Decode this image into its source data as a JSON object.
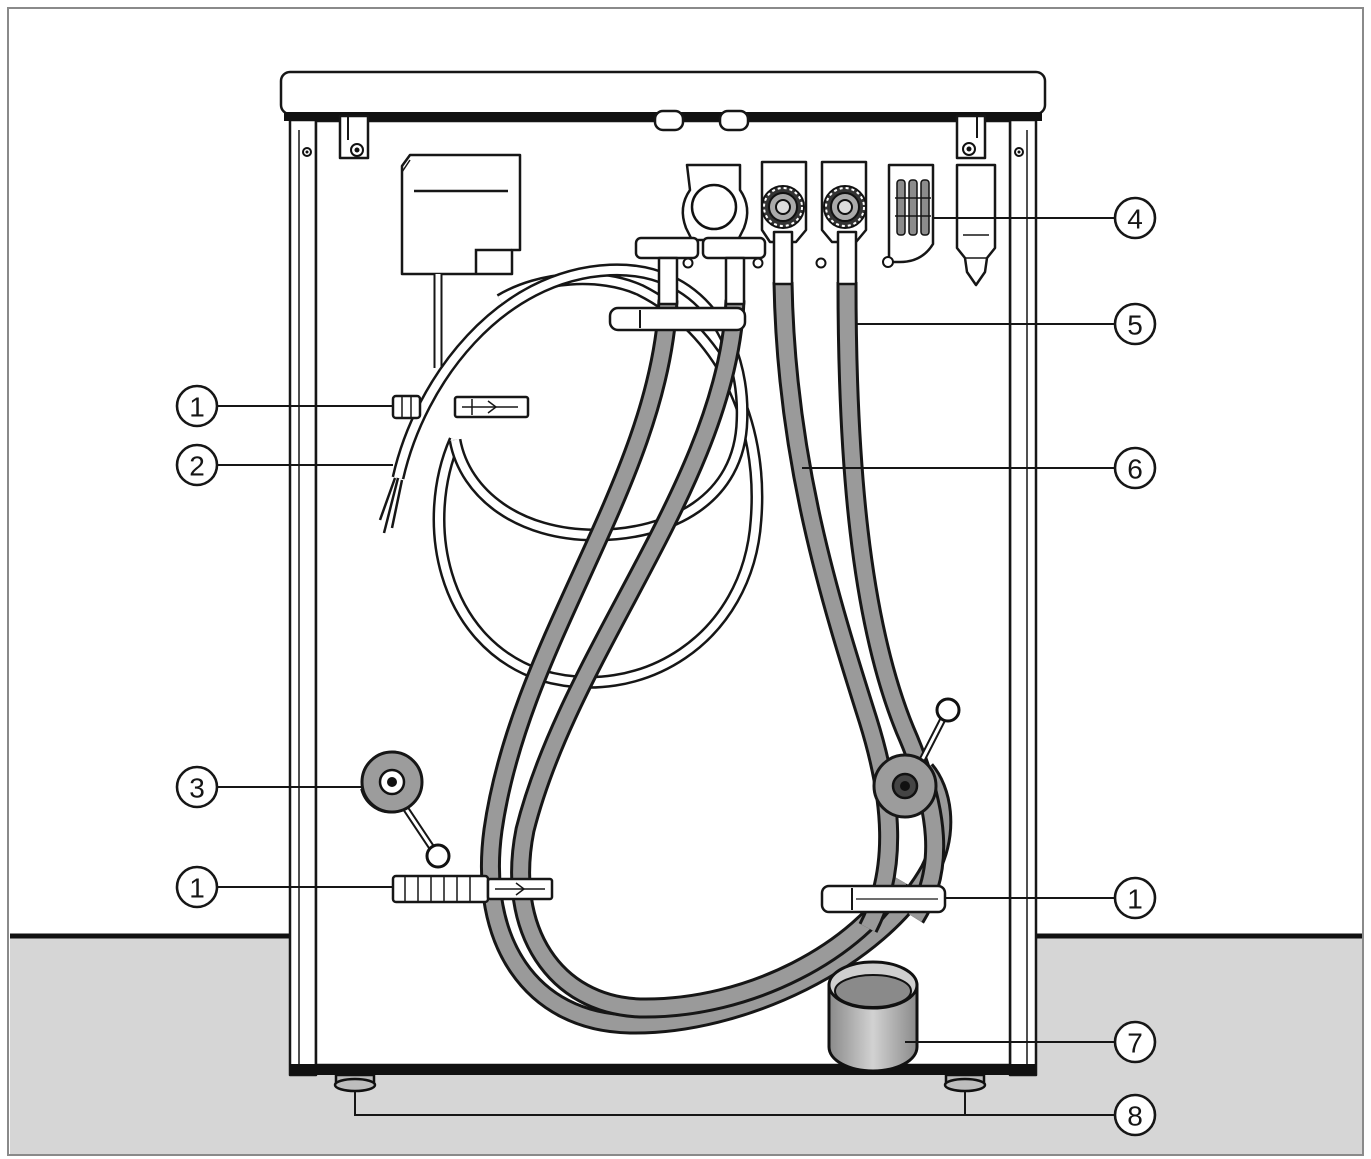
{
  "callouts": {
    "left": [
      {
        "label": "1"
      },
      {
        "label": "2"
      },
      {
        "label": "3"
      },
      {
        "label": "1"
      }
    ],
    "right": [
      {
        "label": "4"
      },
      {
        "label": "5"
      },
      {
        "label": "6"
      },
      {
        "label": "1"
      },
      {
        "label": "7"
      },
      {
        "label": "8"
      }
    ]
  },
  "colors": {
    "hose": "#9a9a9a",
    "floor": "#d6d6d6",
    "outline": "#161616",
    "metal": "#9c9c9c"
  }
}
